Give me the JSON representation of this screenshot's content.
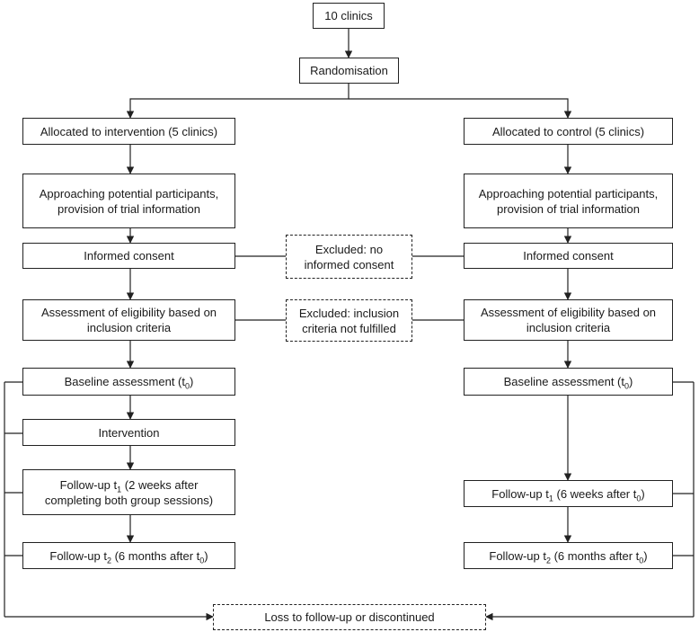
{
  "nodes": {
    "clinics": "10 clinics",
    "randomisation": "Randomisation",
    "alloc_intervention": "Allocated to intervention (5 clinics)",
    "alloc_control": "Allocated to control (5 clinics)",
    "approach_left": "Approaching potential participants, provision of trial information",
    "approach_right": "Approaching potential participants, provision of trial information",
    "consent_left": "Informed consent",
    "consent_right": "Informed consent",
    "excluded_consent": "Excluded: no informed consent",
    "eligibility_left": "Assessment of eligibility based on inclusion criteria",
    "eligibility_right": "Assessment of eligibility based on inclusion criteria",
    "excluded_criteria": "Excluded: inclusion criteria not fulfilled",
    "baseline_left": {
      "text": "Baseline assessment (t",
      "sub": "0",
      "after": ")"
    },
    "baseline_right": {
      "text": "Baseline assessment (t",
      "sub": "0",
      "after": ")"
    },
    "intervention": "Intervention",
    "followup1_left": {
      "text": "Follow-up t",
      "sub": "1",
      "after": " (2 weeks after completing both group sessions)"
    },
    "followup1_right": {
      "text": "Follow-up t",
      "sub": "1",
      "after": " (6 weeks after t",
      "sub2": "0",
      "after2": ")"
    },
    "followup2_left": {
      "text": "Follow-up t",
      "sub": "2",
      "after": " (6 months after t",
      "sub2": "0",
      "after2": ")"
    },
    "followup2_right": {
      "text": "Follow-up t",
      "sub": "2",
      "after": " (6 months after t",
      "sub2": "0",
      "after2": ")"
    },
    "loss": "Loss to follow-up or discontinued"
  }
}
